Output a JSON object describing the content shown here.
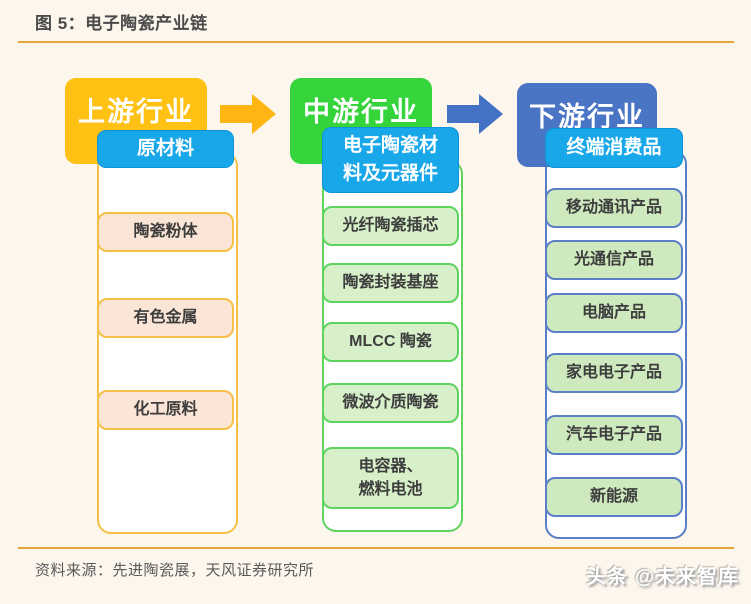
{
  "figure": {
    "title": "图 5：电子陶瓷产业链",
    "source": "资料来源：先进陶瓷展，天风证券研究所",
    "watermark": "头条 @未来智库"
  },
  "chain": {
    "columns": [
      {
        "header": "上游行业",
        "subheader": "原材料",
        "items": [
          "陶瓷粉体",
          "有色金属",
          "化工原料"
        ]
      },
      {
        "header": "中游行业",
        "subheader": "电子陶瓷材\n料及元器件",
        "items": [
          "光纤陶瓷插芯",
          "陶瓷封装基座",
          "MLCC 陶瓷",
          "微波介质陶瓷",
          "电容器、\n燃料电池"
        ]
      },
      {
        "header": "下游行业",
        "subheader": "终端消费品",
        "items": [
          "移动通讯产品",
          "光通信产品",
          "电脑产品",
          "家电电子产品",
          "汽车电子产品",
          "新能源"
        ]
      }
    ],
    "arrow_colors": [
      "#FFB612",
      "#4472C4"
    ]
  },
  "colors": {
    "background": "#FCF6ED",
    "rule_orange": "#E8A33C",
    "upstream_header": "#FFC113",
    "midstream_header": "#35D43B",
    "downstream_header": "#4A74C4",
    "subheader_blue": "#18A7E9",
    "upstream_item_fill": "#FBE5D6",
    "upstream_border": "#F5C043",
    "midstream_item_fill": "#D7F0C9",
    "midstream_border": "#5ED45E",
    "downstream_item_fill": "#CEE9BE",
    "downstream_border": "#5B7FC7"
  }
}
